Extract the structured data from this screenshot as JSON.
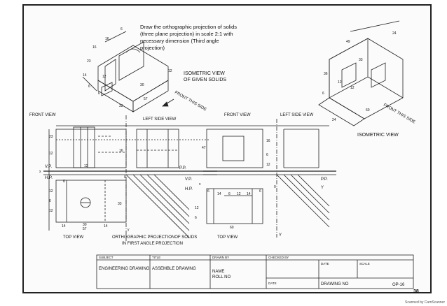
{
  "instructions": {
    "line1": "Draw the orthographic projection of solids",
    "line2": "(three plane projection) in scale 2:1 with",
    "line3": "necessary dimension (Third angle",
    "line4": "projection)"
  },
  "isometric": {
    "left_caption_1": "ISOMETRIC VIEW",
    "left_caption_2": "OF GIVEN SOLIDS",
    "right_caption": "ISOMETRIC VIEW",
    "front_this_side": "FRONT THIS SIDE",
    "dims_left": [
      "6",
      "16",
      "16",
      "23",
      "14",
      "12",
      "6",
      "6",
      "30",
      "57",
      "33",
      "12"
    ],
    "dims_right": [
      "24",
      "49",
      "33",
      "36",
      "12",
      "12",
      "6",
      "60",
      "24"
    ]
  },
  "view_labels": {
    "front_view_left": "FRONT VIEW",
    "left_side_view_top": "LEFT SIDE VIEW",
    "front_view_right": "FRONT VIEW",
    "left_side_view_right": "LEFT SIDE VIEW",
    "top_view_left": "TOP VIEW",
    "top_view_right": "TOP VIEW",
    "ortho_title_1": "ORTHOGRAPHIC PROJECTIONOF SOLIDS",
    "ortho_title_2": "IN FIRST ANGLE PROJECTION",
    "vp_left": "V.P.",
    "hp_left": "H.P.",
    "pp_left": "P.P.",
    "x_left": "x",
    "vp_right": "V.P.",
    "hp_right": "H.P.",
    "pp_right": "P.P.",
    "x_right": "x",
    "y_right": "Y",
    "y_bottom": "Y",
    "y_small": "y",
    "o_left": "0",
    "o_right": "0"
  },
  "dims_drawings": {
    "left": [
      "23",
      "16",
      "12",
      "12",
      "6",
      "12",
      "6",
      "12",
      "14",
      "30",
      "57",
      "14",
      "33"
    ],
    "right": [
      "47",
      "16",
      "6",
      "12",
      "6",
      "14",
      "6",
      "12",
      "14",
      "6",
      "12",
      "6",
      "60"
    ]
  },
  "title_block": {
    "subject_label": "SUBJECT",
    "subject_value": "ENGINEERING DRAWING",
    "title_label": "TITLE",
    "title_value": "ASSEMBLE DRAWING",
    "drawn_by_label": "DRAWN BY",
    "name_value": "NAME",
    "roll_value": "ROLL NO",
    "checked_by_label": "CHECKED BY",
    "date_label_1": "DATE",
    "date_label_2": "DATE",
    "scale_label": "SCALE",
    "drawing_no_label": "DRAWING NO",
    "sheet_code": "OP-16"
  },
  "page_number": "38",
  "scanner_credit": "Scanned by CamScanner"
}
